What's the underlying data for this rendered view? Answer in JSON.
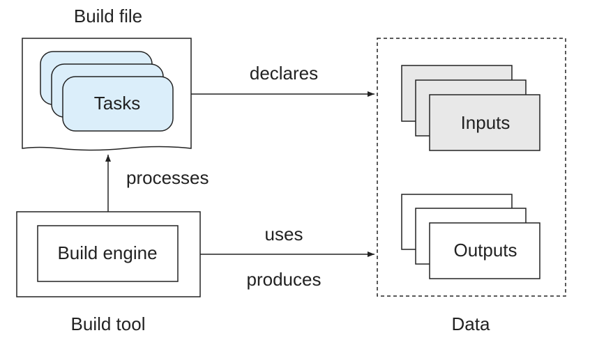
{
  "build_file": {
    "title": "Build file",
    "tasks_label": "Tasks"
  },
  "build_tool": {
    "title": "Build tool",
    "engine_label": "Build engine"
  },
  "data": {
    "title": "Data",
    "inputs_label": "Inputs",
    "outputs_label": "Outputs"
  },
  "edges": {
    "declares": "declares",
    "processes": "processes",
    "uses": "uses",
    "produces": "produces"
  },
  "colors": {
    "task_fill": "#dbeefa",
    "input_fill": "#e8e8e8",
    "output_fill": "#ffffff",
    "stroke": "#222222"
  },
  "icons": {
    "task_stack": "stacked-rounded-cards",
    "input_stack": "stacked-cards",
    "output_stack": "stacked-cards",
    "arrow": "arrowhead"
  }
}
